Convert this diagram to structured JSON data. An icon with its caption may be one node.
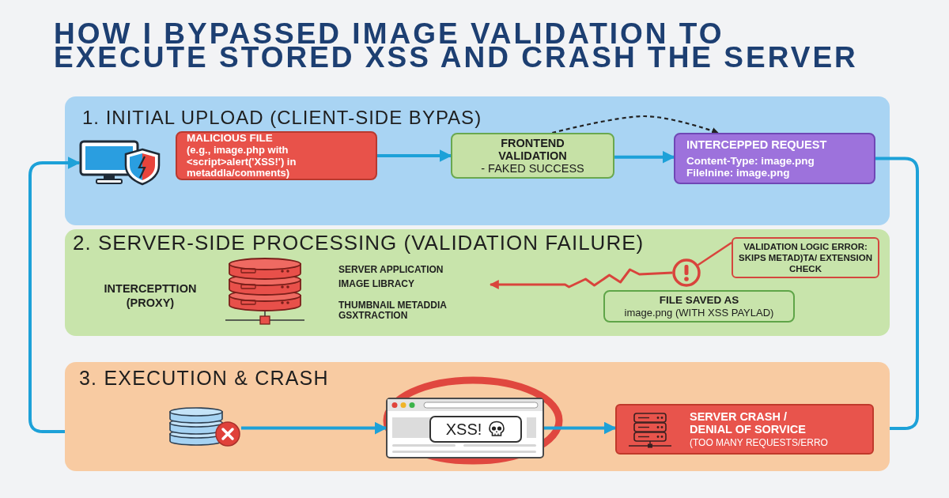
{
  "diagram": {
    "title": "HOW I BYPASSED IMAGE VALIDATION TO EXECUTE STORED XSS AND CRASH THE SERVER",
    "nodes": [
      {
        "text": [
          "1. INITIAL UPLOAD (CLIENT-SIDE BYPAS)"
        ]
      },
      {
        "text": [],
        "shape": "picture",
        "in": 0
      },
      {
        "text": [
          "MALICIOUS FILE",
          "(e.g., image.php with <script>alert('XSS!') in metaddla/comments)"
        ],
        "in": 0
      },
      {
        "text": [
          "FRONTEND VALIDATION",
          "- FAKED SUCCESS"
        ],
        "in": 0
      },
      {
        "text": [
          "INTERCEPPED REQUEST",
          "Content-Type: image.png",
          "Filelnine: image.png"
        ],
        "in": 0
      },
      {
        "text": [
          "2. SERVER-SIDE PROCESSING (VALIDATION FAILURE)"
        ]
      },
      {
        "text": [
          "SERVER APPLICATION",
          "IMAGE LIBRACY",
          "THUMBNAIL METADDIA GSXTRACTION"
        ],
        "in": 5
      },
      {
        "text": [],
        "shape": "circle",
        "in": 5
      },
      {
        "text": [
          "VALIDATION LOGIC ERROR: SKIPS METAD)TA/ EXTENSION CHECK"
        ],
        "in": 5
      },
      {
        "text": [
          "FILE SAVED AS",
          "image.png (WITH XSS PAYLAD)"
        ],
        "in": 5
      },
      {
        "text": [
          "3. EXECUTION & CRASH"
        ]
      },
      {
        "text": [],
        "shape": "cylinder",
        "in": 10
      },
      {
        "text": [
          "XSS!"
        ],
        "in": 10
      },
      {
        "text": [
          "SERVER CRASH / DENIAL OF SORVICE",
          "(TOO MANY REQUESTS/ERRO"
        ],
        "in": 10
      }
    ],
    "edges": [
      {
        "from": 2,
        "to": 3,
        "arrow": "to"
      },
      {
        "from": 3,
        "to": 4,
        "arrow": "to"
      },
      {
        "from": 3,
        "to": 4,
        "arrow": "to",
        "style": "dashed",
        "color": "#222222"
      },
      {
        "from": 4,
        "to": 10,
        "arrow": "none"
      },
      {
        "from": 10,
        "to": 1,
        "arrow": "to"
      },
      {
        "from": 7,
        "to": 6,
        "arrow": "to",
        "color": "#d9443c"
      },
      {
        "from": 8,
        "to": 7,
        "arrow": "none",
        "color": "#d9443c"
      },
      {
        "from": 11,
        "to": 12,
        "arrow": "to"
      },
      {
        "from": 12,
        "to": 13,
        "arrow": "to"
      }
    ],
    "labels": [
      "INTERCEPTTION (PROXY)"
    ]
  }
}
